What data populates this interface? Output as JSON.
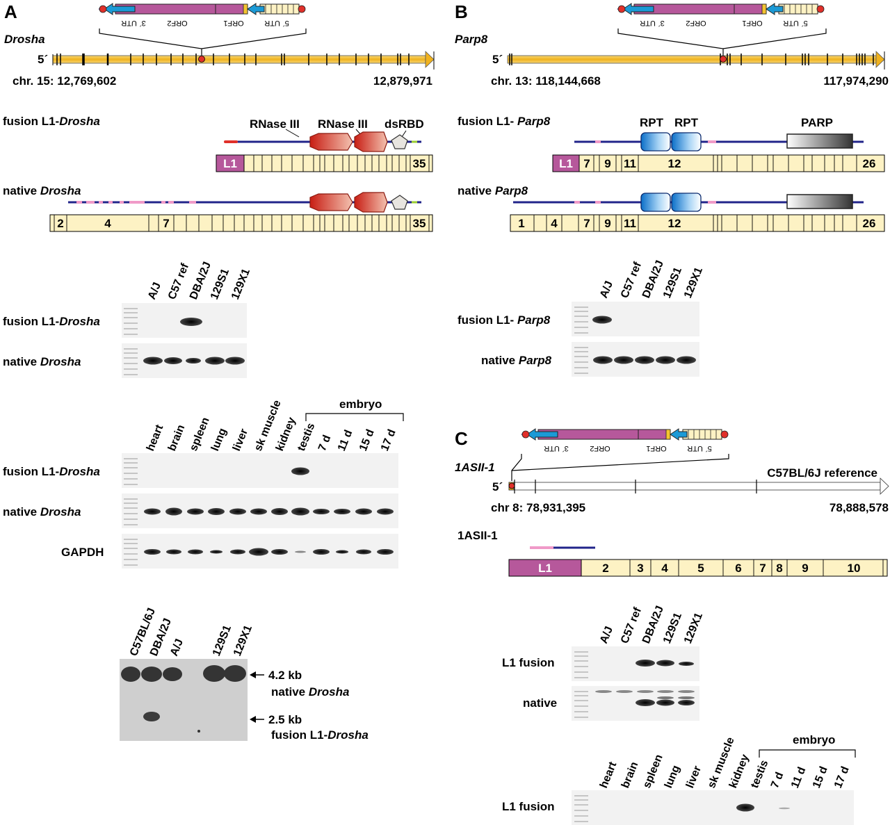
{
  "colors": {
    "gene_yellow": "#f4c430",
    "exon_fill": "#fdf2c4",
    "l1_purple": "#b6589b",
    "utr_blue": "#1b9ad6",
    "protein_navy": "#21248a",
    "domain_red": "#cc3322",
    "rpt_blue": "#3a9de0",
    "pink": "#f09ac8",
    "gel_bg": "#f2f2f2",
    "blot_bg": "#cfcfcf"
  },
  "element": {
    "three_utr": "3´ UTR",
    "orf2": "ORF2",
    "orf1": "ORF1",
    "five_utr": "5´ UTR"
  },
  "panelA": {
    "letter": "A",
    "gene": "Drosha",
    "five_prime": "5´",
    "coord_left": "chr. 15: 12,769,602",
    "coord_right": "12,879,971",
    "fusion_label": "fusion L1-",
    "fusion_gene": "Drosha",
    "native_label": "native ",
    "native_gene": "Drosha",
    "domains": [
      "RNase III",
      "RNase III",
      "dsRBD"
    ],
    "fusion_exons": [
      "L1",
      "35"
    ],
    "native_exons": [
      "2",
      "4",
      "7",
      "35"
    ],
    "strain_lanes": [
      "A/J",
      "C57 ref",
      "DBA/2J",
      "129S1",
      "129X1"
    ],
    "strain_rows": [
      {
        "label": "fusion L1-",
        "gene": "Drosha"
      },
      {
        "label": "native ",
        "gene": "Drosha"
      }
    ],
    "tissue_lanes": [
      "heart",
      "brain",
      "spleen",
      "lung",
      "liver",
      "sk muscle",
      "kidney",
      "testis",
      "7 d",
      "11 d",
      "15 d",
      "17 d"
    ],
    "embryo_label": "embryo",
    "tissue_rows": [
      {
        "label": "fusion L1-",
        "gene": "Drosha"
      },
      {
        "label": "native ",
        "gene": "Drosha"
      },
      {
        "label": "GAPDH",
        "gene": ""
      }
    ],
    "northern_lanes": [
      "C57BL/6J",
      "DBA/2J",
      "A/J",
      "129S1",
      "129X1"
    ],
    "northern_band1_size": "4.2 kb",
    "northern_band1_label": "native ",
    "northern_band1_gene": "Drosha",
    "northern_band2_size": "2.5 kb",
    "northern_band2_label": "fusion L1-",
    "northern_band2_gene": "Drosha"
  },
  "panelB": {
    "letter": "B",
    "gene": "Parp8",
    "five_prime": "5´",
    "coord_left": "chr. 13: 118,144,668",
    "coord_right": "117,974,290",
    "fusion_label": "fusion  L1- ",
    "fusion_gene": "Parp8",
    "native_label": "native  ",
    "native_gene": "Parp8",
    "domains": [
      "RPT",
      "RPT",
      "PARP"
    ],
    "fusion_exons": [
      "L1",
      "7",
      "9",
      "11",
      "12",
      "26"
    ],
    "native_exons": [
      "1",
      "4",
      "7",
      "9",
      "11",
      "12",
      "26"
    ],
    "strain_lanes": [
      "A/J",
      "C57 ref",
      "DBA/2J",
      "129S1",
      "129X1"
    ],
    "strain_rows": [
      {
        "label": "fusion L1- ",
        "gene": "Parp8"
      },
      {
        "label": "native ",
        "gene": "Parp8"
      }
    ]
  },
  "panelC": {
    "letter": "C",
    "gene": "1ASII-1",
    "five_prime": "5´",
    "reference_label": "C57BL/6J reference",
    "coord_left": "chr 8: 78,931,395",
    "coord_right": "78,888,578",
    "transcript_label": "1ASII-1",
    "exons": [
      "L1",
      "2",
      "3",
      "4",
      "5",
      "6",
      "7",
      "8",
      "9",
      "10"
    ],
    "strain_lanes": [
      "A/J",
      "C57 ref",
      "DBA/2J",
      "129S1",
      "129X1"
    ],
    "strain_rows": [
      "L1 fusion",
      "native"
    ],
    "tissue_lanes": [
      "heart",
      "brain",
      "spleen",
      "lung",
      "liver",
      "sk muscle",
      "kidney",
      "testis",
      "7 d",
      "11 d",
      "15 d",
      "17 d"
    ],
    "embryo_label": "embryo",
    "tissue_rows": [
      "L1 fusion"
    ]
  }
}
